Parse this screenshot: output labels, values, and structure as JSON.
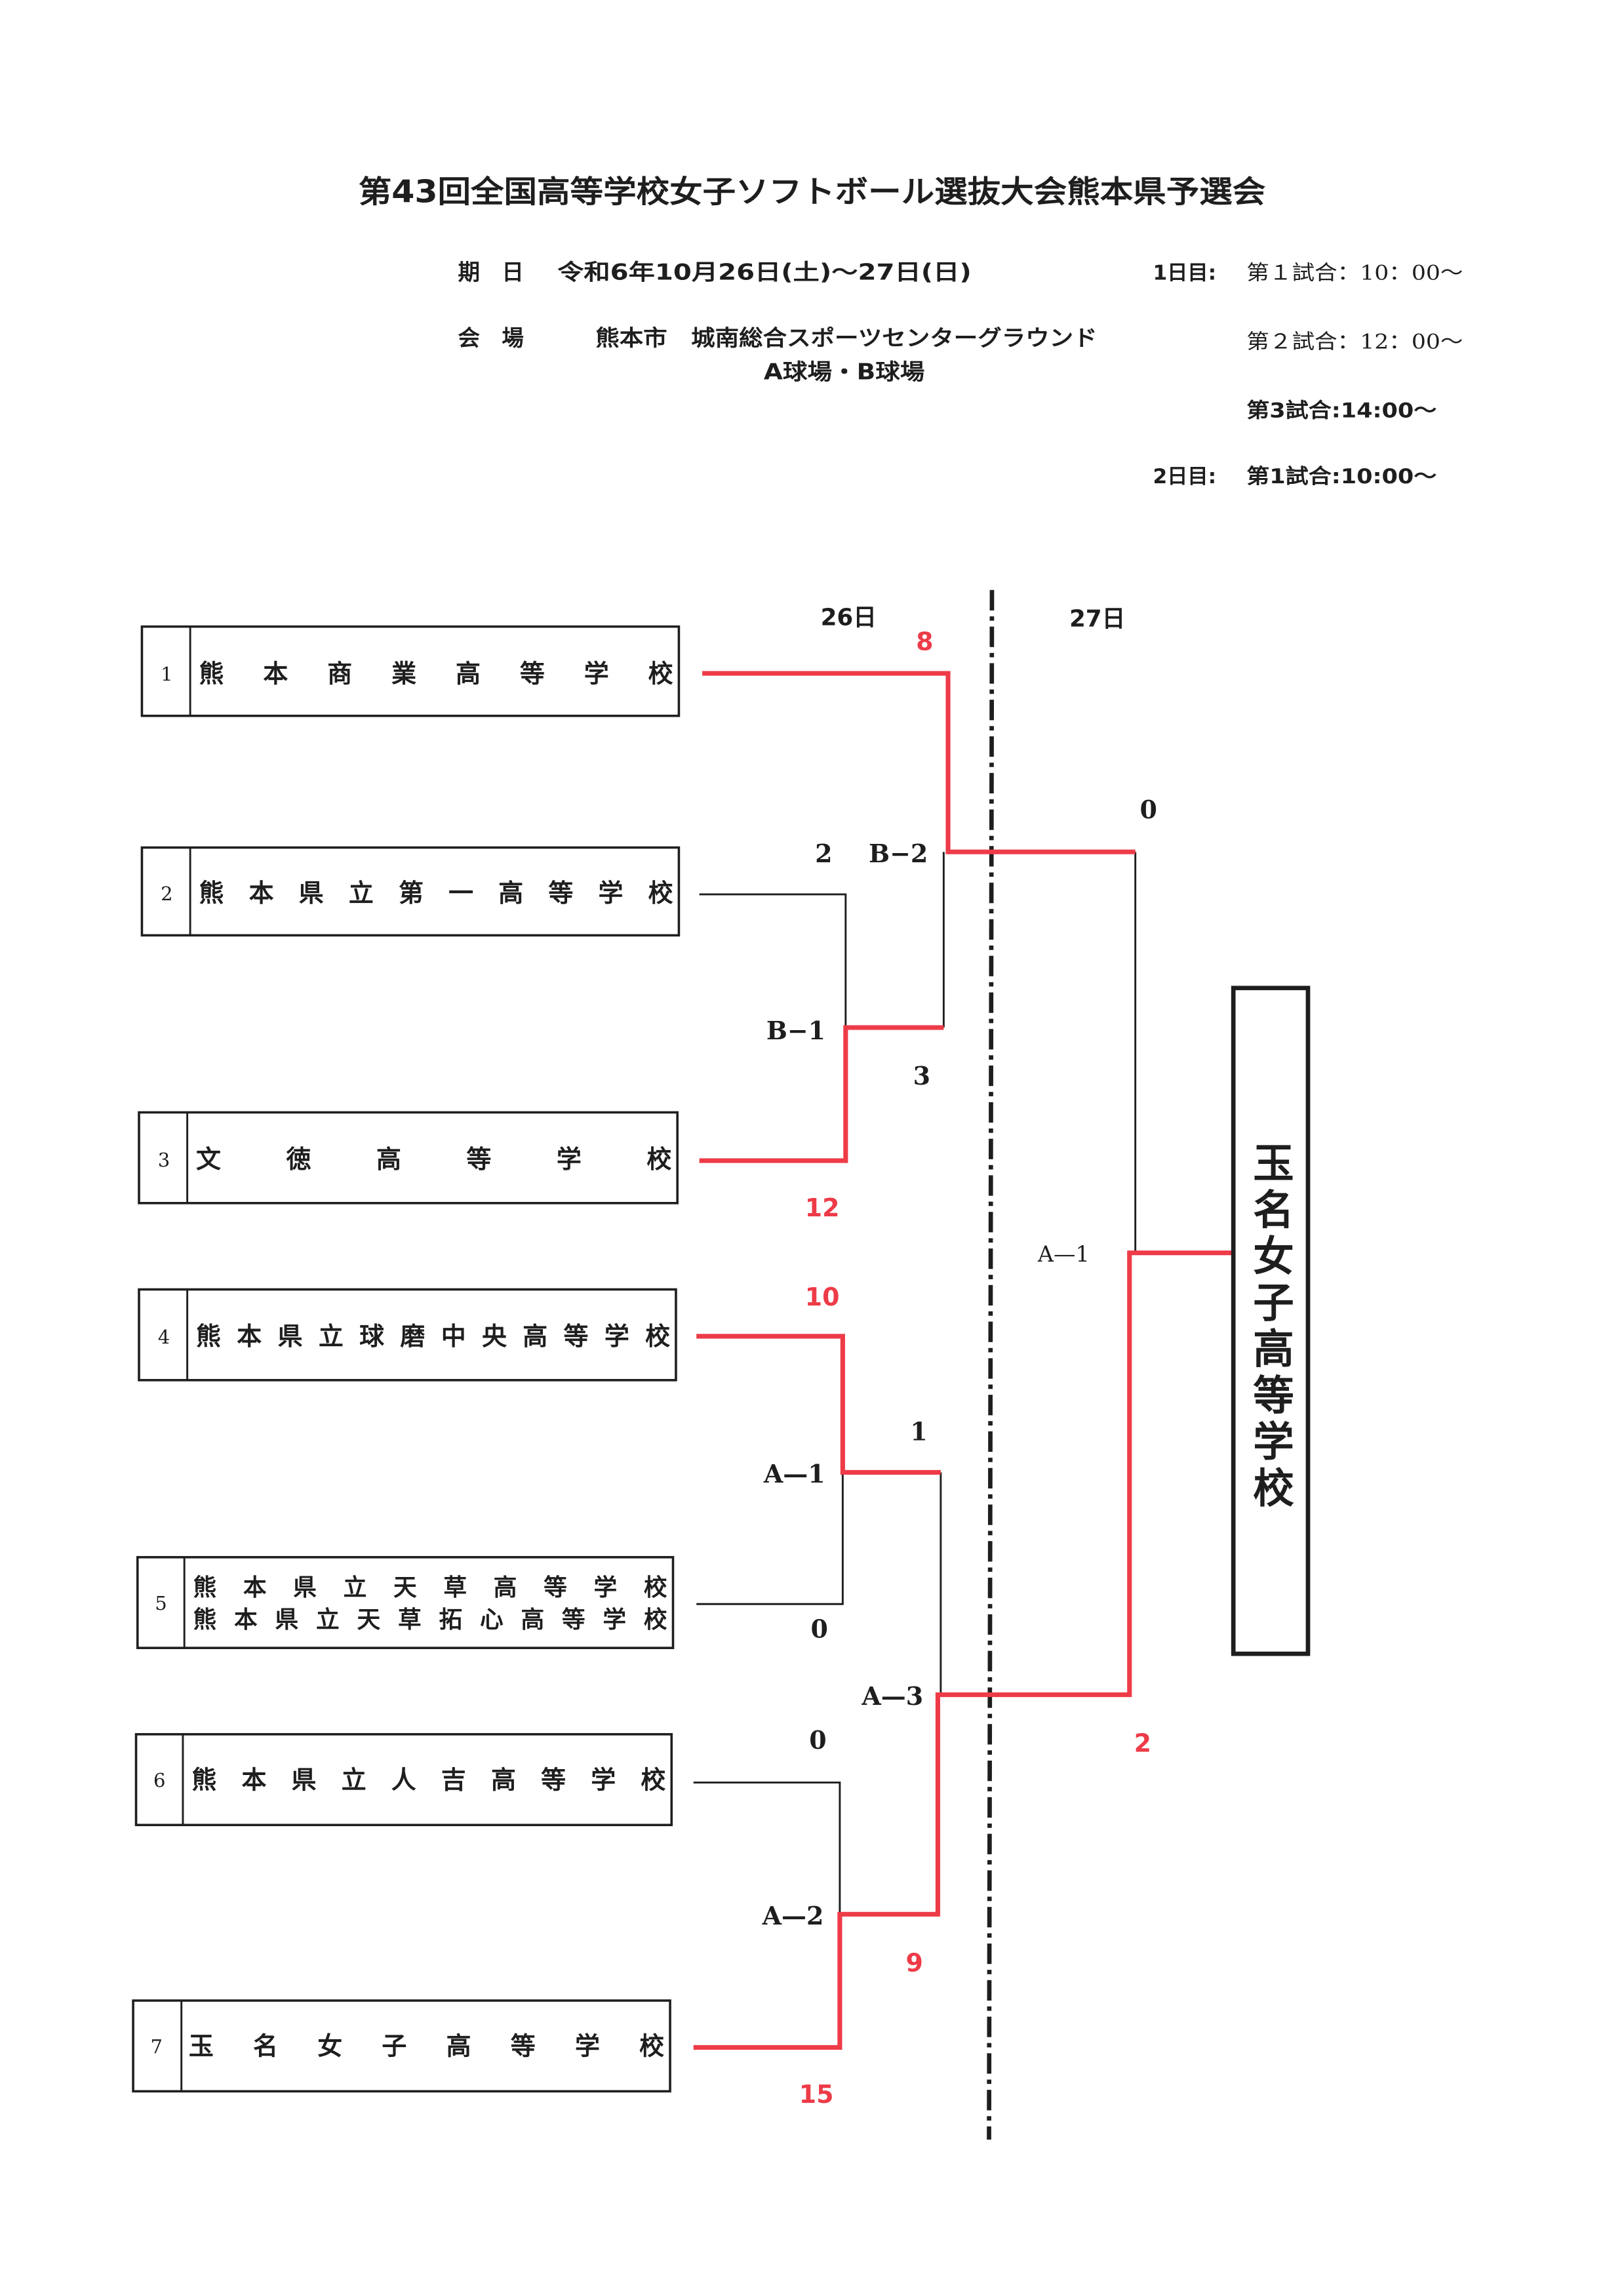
{
  "title": "第43回全国高等学校女子ソフトボール選抜大会熊本県予選会",
  "info": {
    "date_label": "期　日",
    "date_value": "令和6年10月26日(土)〜27日(日)",
    "venue_label": "会　場",
    "venue_value": "熊本市　城南総合スポーツセンターグラウンド",
    "venue_fields": "A球場・B球場"
  },
  "schedule": {
    "day1_label": "1日目:",
    "day1_game1": "第１試合：10：00〜",
    "day1_game2": "第２試合：12：00〜",
    "day1_game3": "第3試合:14:00〜",
    "day2_label": "2日目:",
    "day2_game1": "第1試合:10:00〜"
  },
  "bracket": {
    "day_headers": [
      "26日",
      "27日"
    ],
    "teams": [
      {
        "seed": "1",
        "name": "熊本商業高等学校"
      },
      {
        "seed": "2",
        "name": "熊本県立第一高等学校"
      },
      {
        "seed": "3",
        "name": "文徳高等学校"
      },
      {
        "seed": "4",
        "name": "熊本県立球磨中央高等学校"
      },
      {
        "seed": "5",
        "name": "熊本県立天草高等学校",
        "name2": "熊本県立天草拓心高等学校"
      },
      {
        "seed": "6",
        "name": "熊本県立人吉高等学校"
      },
      {
        "seed": "7",
        "name": "玉名女子高等学校"
      }
    ],
    "games": [
      {
        "id": "B−1",
        "top_score": "2",
        "bottom_score": "12"
      },
      {
        "id": "B−2",
        "top_score": "8",
        "bottom_score": "3"
      },
      {
        "id": "A—1",
        "top_score": "10",
        "bottom_score": "0"
      },
      {
        "id": "A—2",
        "top_score": "0",
        "bottom_score": "15"
      },
      {
        "id": "A—3",
        "top_score": "1",
        "bottom_score": "9"
      },
      {
        "id": "A—1",
        "top_score": "0",
        "bottom_score": "2"
      }
    ],
    "champion": "玉名女子高等学校"
  },
  "colors": {
    "winner_line": "#ee3b48",
    "text": "#1e1e1e"
  }
}
